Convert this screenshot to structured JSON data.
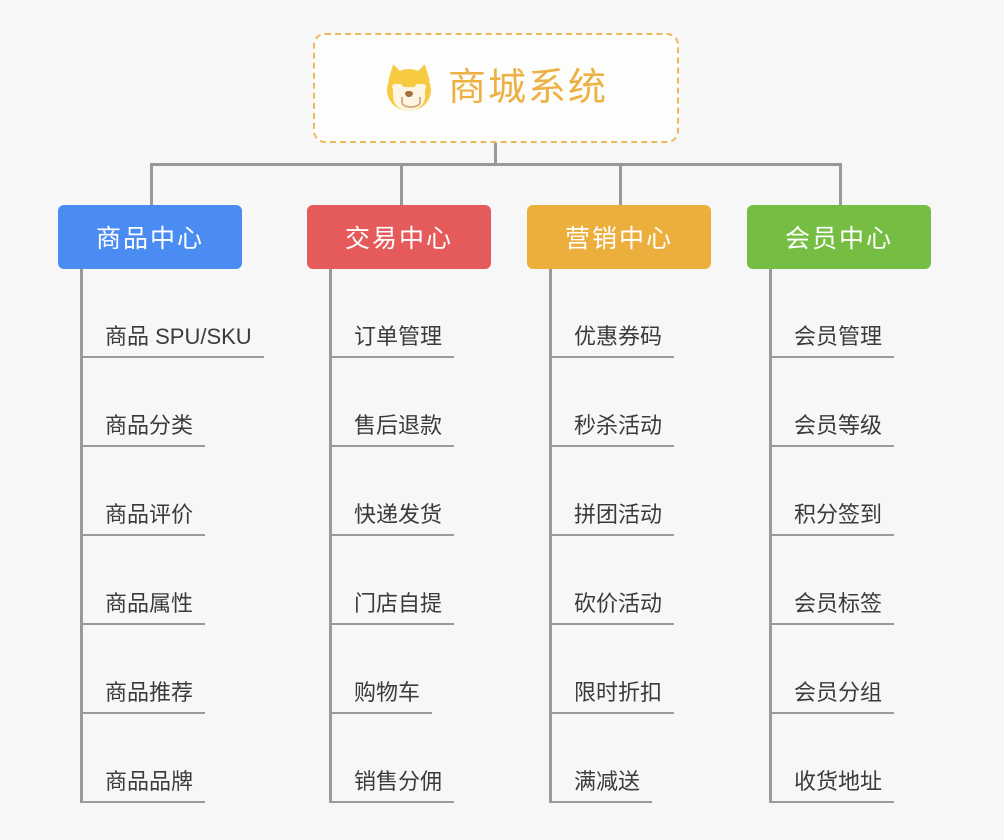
{
  "root": {
    "title": "商城系统",
    "icon": "shiba-dog-icon",
    "border_color": "#eab95c",
    "text_color": "#edb043"
  },
  "connector_color": "#999999",
  "background": "#f7f7f7",
  "columns": [
    {
      "id": "product-center",
      "label": "商品中心",
      "color": "#4a8cf2",
      "items": [
        "商品 SPU/SKU",
        "商品分类",
        "商品评价",
        "商品属性",
        "商品推荐",
        "商品品牌"
      ]
    },
    {
      "id": "trade-center",
      "label": "交易中心",
      "color": "#e55b5b",
      "items": [
        "订单管理",
        "售后退款",
        "快递发货",
        "门店自提",
        "购物车",
        "销售分佣"
      ]
    },
    {
      "id": "marketing-center",
      "label": "营销中心",
      "color": "#ecae3d",
      "items": [
        "优惠券码",
        "秒杀活动",
        "拼团活动",
        "砍价活动",
        "限时折扣",
        "满减送"
      ]
    },
    {
      "id": "member-center",
      "label": "会员中心",
      "color": "#76be43",
      "items": [
        "会员管理",
        "会员等级",
        "积分签到",
        "会员标签",
        "会员分组",
        "收货地址"
      ]
    }
  ]
}
